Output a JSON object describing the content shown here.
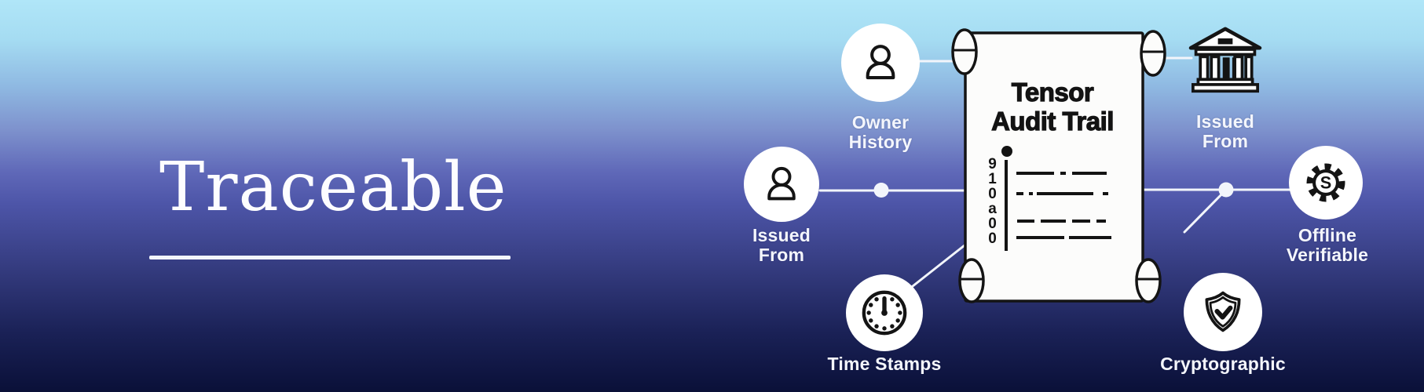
{
  "hero": {
    "title": "Traceable"
  },
  "scroll": {
    "title_line1": "Tensor",
    "title_line2": "Audit Trail",
    "side_code": "910a00"
  },
  "nodes": {
    "owner_history": {
      "line1": "Owner",
      "line2": "History"
    },
    "issued_from_person": {
      "line1": "Issued",
      "line2": "From"
    },
    "issued_from_bank": {
      "line1": "Issued",
      "line2": "From"
    },
    "offline_verifiable": {
      "line1": "Offline",
      "line2": "Verifiable"
    },
    "time_stamps": {
      "line1": "Time Stamps"
    },
    "cryptographic": {
      "line1": "Cryptographic"
    }
  },
  "icons": {
    "gear_letter": "S",
    "owner_history": "person-icon",
    "issued_from_person": "person-icon",
    "issued_from_bank": "bank-icon",
    "offline_verifiable": "gear-s-icon",
    "time_stamps": "clock-icon",
    "cryptographic": "shield-check-icon",
    "center": "scroll-document"
  },
  "colors": {
    "gradient_top": "#b0e6f8",
    "gradient_mid": "#4d55a8",
    "gradient_bottom": "#0a1038",
    "connector": "#f2f5fb",
    "ink": "#141414",
    "paper": "#fcfcfb",
    "label_text": "#f4f6fc"
  }
}
